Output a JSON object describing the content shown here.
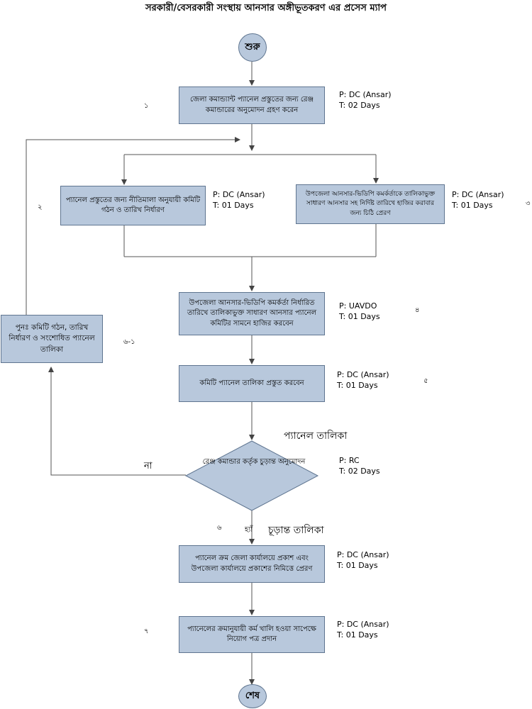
{
  "title": "সরকারী/বেসরকারী সংস্থায় আনসার অঙ্গীভূতকরণ এর প্রসেস ম্যাপ",
  "start": "শুরু",
  "end": "শেষ",
  "steps": [
    {
      "num": "১",
      "text": "জেলা কমান্ড্যান্ট প্যানেল প্রস্তুতের জন্য রেঞ্জ কমান্ডারের অনুমোদন গ্রহণ করেন",
      "p": "P: DC (Ansar)",
      "t": "T: 02 Days"
    },
    {
      "num": "২",
      "text": "প্যানেল প্রস্তুতের জন্য নীতিমালা অনুযায়ী কমিটি গঠন ও তারিখ নির্ধারণ",
      "p": "P: DC (Ansar)",
      "t": "T: 01 Days"
    },
    {
      "num": "৩",
      "text": "উপজেলা আনসার-ভিডিপি কমর্কর্তাকে তালিকাভুক্ত সাধারণ আনসার সহ নির্দিষ্ট তারিখে হাজির করাবার জন্য চিঠি প্রেরণ",
      "p": "P: DC (Ansar)",
      "t": "T: 01 Days"
    },
    {
      "num": "৪",
      "text": "উপজেলা আনসার-ভিডিপি কমর্কর্তা নির্ধারিত তারিখে তালিকাভুক্ত সাধারণ আনসার প্যানেল কমিটির সামনে হাজির করবেন",
      "p": "P: UAVDO",
      "t": "T: 01 Days"
    },
    {
      "num": "৫",
      "text": "কমিটি প্যানেল তালিকা প্রস্তুত করবেন",
      "p": "P: DC (Ansar)",
      "t": "T: 01 Days"
    },
    {
      "num": "৬",
      "text": "রেঞ্জ কমান্ডার কর্তৃক চুড়ান্ত অনুমোদন",
      "p": "P: RC",
      "t": "T: 02 Days"
    },
    {
      "num": "৬-১",
      "text": "পুনঃ  কমিটি গঠন, তারিখ নির্ধারণ ও সংশোধিত প্যানেল তালিকা"
    },
    {
      "text": "প্যানেল ক্রম জেলা কার্যালয়ে প্রকাশ এবং উপজেলা কার্যালয়ে প্রকাশের নিমিত্তে প্রেরণ",
      "p": "P: DC (Ansar)",
      "t": "T: 01 Days"
    },
    {
      "num": "৭",
      "text": "প্যানেলের ক্রমানুযায়ী কর্ম খালি হওয়া সাপেক্ষে নিয়োগ পত্র প্রদান",
      "p": "P: DC (Ansar)",
      "t": "T: 01 Days"
    }
  ],
  "labels": {
    "panel_list": "প্যানেল তালিকা",
    "final_list": "চূড়ান্ত তালিকা",
    "no": "না",
    "yes": "হ্যাঁ"
  }
}
